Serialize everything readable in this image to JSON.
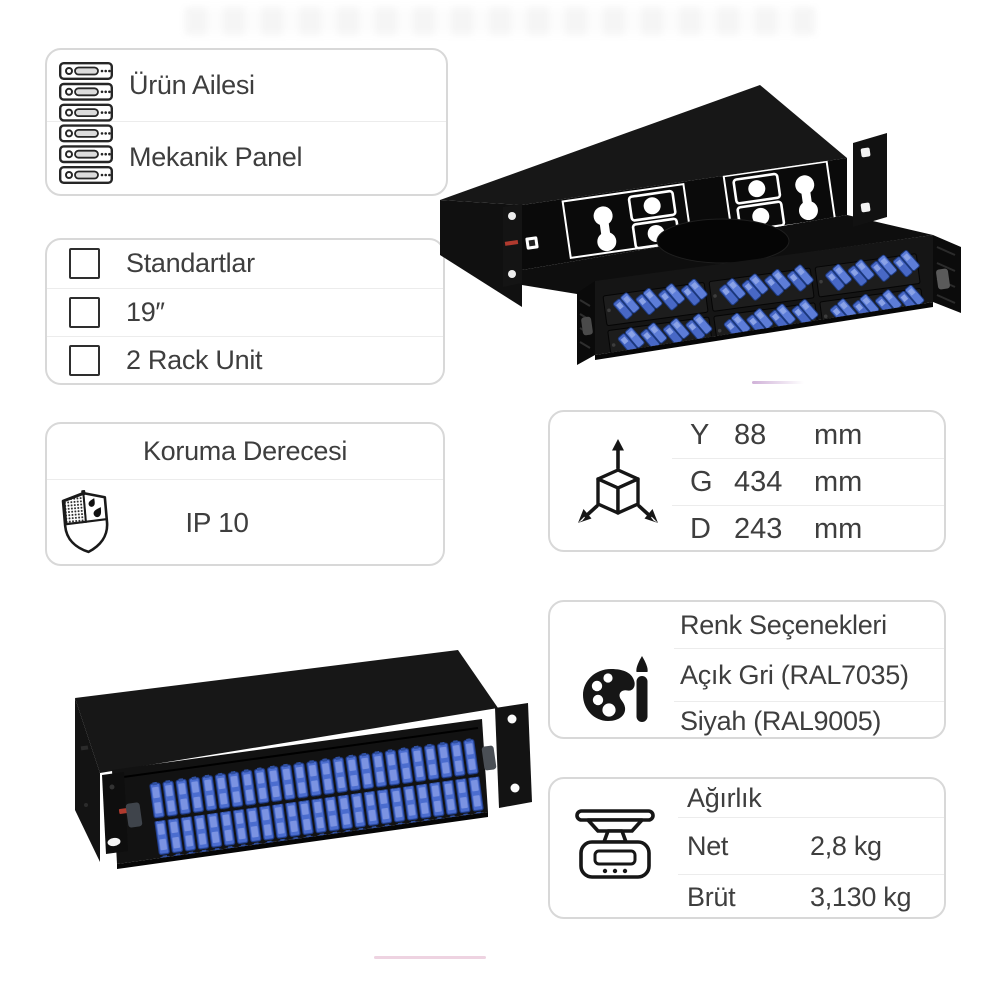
{
  "product_family": {
    "title": "Ürün Ailesi",
    "name": "Mekanik Panel"
  },
  "standards": {
    "items": [
      "Standartlar",
      "19″",
      "2 Rack Unit"
    ]
  },
  "protection": {
    "title": "Koruma Derecesi",
    "rating": "IP 10"
  },
  "dimensions": {
    "rows": [
      {
        "axis": "Y",
        "value": "88",
        "unit": "mm"
      },
      {
        "axis": "G",
        "value": "434",
        "unit": "mm"
      },
      {
        "axis": "D",
        "value": "243",
        "unit": "mm"
      }
    ]
  },
  "color_options": {
    "title": "Renk Seçenekleri",
    "options": [
      "Açık Gri (RAL7035)",
      "Siyah (RAL9005)"
    ]
  },
  "weight": {
    "title": "Ağırlık",
    "rows": [
      {
        "label": "Net",
        "value": "2,8 kg"
      },
      {
        "label": "Brüt",
        "value": "3,130 kg"
      }
    ]
  },
  "icons": {
    "rack": "rack-servers-icon",
    "checkbox": "checkbox-icon",
    "shield": "protection-shield-icon",
    "axes": "dimensions-3d-axes-icon",
    "palette": "palette-brush-icon",
    "scale": "weighing-scale-icon"
  },
  "theme": {
    "text_color": "#3e3e3e",
    "card_border": "#d8d8d8",
    "divider": "#ececec",
    "panel_black": "#141414",
    "connector_blue": "#4c6ecf",
    "logo_red": "#b03a2e"
  }
}
